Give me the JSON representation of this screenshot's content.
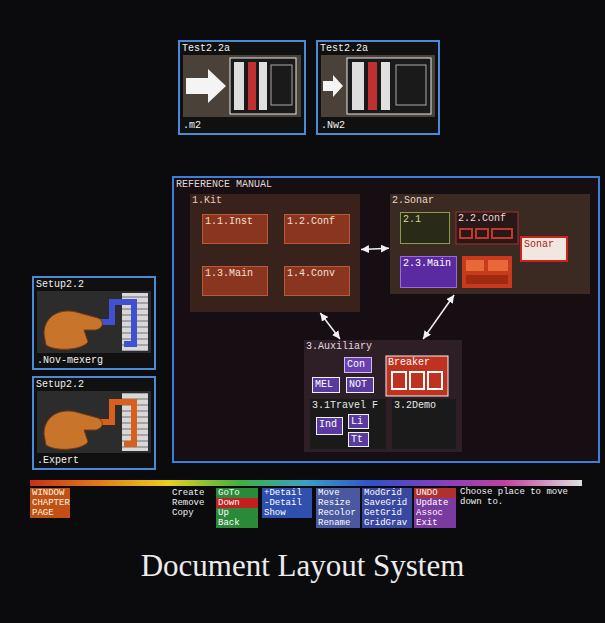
{
  "diagram": {
    "caption": "Document Layout System",
    "nodes": [
      {
        "text": [
          "Test2.2a",
          ".m2"
        ]
      },
      {
        "text": [
          "Test2.2a",
          ".Nw2"
        ]
      },
      {
        "text": [
          "REFERENCE MANUAL"
        ]
      },
      {
        "text": [
          "1.Kit"
        ],
        "in": 2
      },
      {
        "text": [
          "1.1.Inst"
        ],
        "in": 3
      },
      {
        "text": [
          "1.2.Conf"
        ],
        "in": 3
      },
      {
        "text": [
          "1.3.Main"
        ],
        "in": 3
      },
      {
        "text": [
          "1.4.Conv"
        ],
        "in": 3
      },
      {
        "text": [
          "2.Sonar"
        ],
        "in": 2
      },
      {
        "text": [
          "2.1"
        ],
        "in": 8
      },
      {
        "text": [
          "2.2.Conf"
        ],
        "in": 8
      },
      {
        "text": [
          "2.3.Main"
        ],
        "in": 8
      },
      {
        "text": [
          "Sonar"
        ],
        "in": 8
      },
      {
        "text": [
          "Setup2.2",
          ".Nov-mexerg"
        ]
      },
      {
        "text": [
          "Setup2.2",
          ".Expert"
        ]
      },
      {
        "text": [
          "3.Auxiliary"
        ],
        "in": 2
      },
      {
        "text": [
          "Con"
        ],
        "in": 15
      },
      {
        "text": [
          "MEL"
        ],
        "in": 15
      },
      {
        "text": [
          "NOT"
        ],
        "in": 15
      },
      {
        "text": [
          "Breaker"
        ],
        "in": 15
      },
      {
        "text": [
          "3.1Travel F"
        ],
        "in": 15
      },
      {
        "text": [
          "Ind"
        ],
        "in": 20
      },
      {
        "text": [
          "Li"
        ],
        "in": 20
      },
      {
        "text": [
          "Tt"
        ],
        "in": 20
      },
      {
        "text": [
          "3.2Demo"
        ],
        "in": 15
      }
    ],
    "edges": [
      {
        "from": 4,
        "to": 6,
        "arrow": "to"
      },
      {
        "from": 5,
        "to": 6,
        "arrow": "to"
      },
      {
        "from": 5,
        "to": 7,
        "arrow": "to"
      },
      {
        "from": 3,
        "to": 8,
        "arrow": "both"
      },
      {
        "from": 3,
        "to": 15,
        "arrow": "both"
      },
      {
        "from": 8,
        "to": 15,
        "arrow": "both"
      }
    ],
    "labels": [
      "WINDOW",
      "CHAPTER",
      "PAGE",
      "Create",
      "Remove",
      "Copy",
      "GoTo",
      "Down",
      "Up",
      "Back",
      "+Detail",
      "-Detail",
      "Show",
      "Move",
      "Resize",
      "Recolor",
      "Rename",
      "ModGrid",
      "SaveGrid",
      "GetGrid",
      "GridGrav",
      "UNDO",
      "Update",
      "Assoc",
      "Exit",
      "Choose place to move down to."
    ]
  }
}
